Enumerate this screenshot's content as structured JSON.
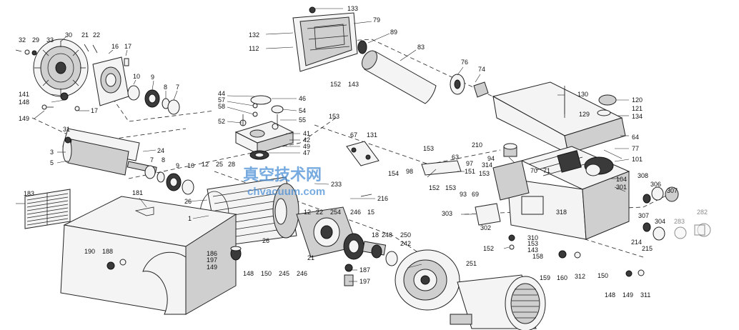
{
  "watermark": {
    "chinese_text": "真空技术网",
    "url_text": "chvacuum.com",
    "color": "#4a8fd6"
  },
  "callouts": {
    "c133": "133",
    "c79": "79",
    "c132": "132",
    "c112": "112",
    "c89": "89",
    "c83": "83",
    "c76": "76",
    "c74": "74",
    "c32": "32",
    "c29": "29",
    "c33": "33",
    "c30": "30",
    "c21": "21",
    "c22": "22",
    "c16": "16",
    "c17a": "17",
    "c10a": "10",
    "c9a": "9",
    "c8a": "8",
    "c7a": "7",
    "c141": "141",
    "c148a": "148",
    "c149a": "149",
    "c17b": "17",
    "c31": "31",
    "c3": "3",
    "c5": "5",
    "c24": "24",
    "c7b": "7",
    "c8b": "8",
    "c9b": "9",
    "c10b": "10",
    "c44": "44",
    "c57": "57",
    "c58": "58",
    "c46": "46",
    "c54": "54",
    "c52": "52",
    "c55": "55",
    "c41": "41",
    "c42": "42",
    "c49": "49",
    "c47": "47",
    "c152a": "152",
    "c143a": "143",
    "c153a": "153",
    "c67": "67",
    "c131": "131",
    "c130": "130",
    "c120": "120",
    "c121": "121",
    "c129": "129",
    "c134": "134",
    "c64": "64",
    "c77": "77",
    "c101": "101",
    "c210": "210",
    "c153b": "153",
    "c63": "63",
    "c97": "97",
    "c151": "151",
    "c94": "94",
    "c314": "314",
    "c70": "70",
    "c71": "71",
    "c104": "104",
    "c308": "308",
    "c306": "306",
    "c301": "301",
    "c307a": "307",
    "c154": "154",
    "c98": "98",
    "c152b": "152",
    "c153c": "153",
    "c153d": "153",
    "c93": "93",
    "c69": "69",
    "c183": "183",
    "c181": "181",
    "c12a": "12",
    "c25": "25",
    "c28": "28",
    "c26a": "26",
    "c233": "233",
    "c216": "216",
    "c1": "1",
    "c12b": "12",
    "c22b": "22",
    "c254": "254",
    "c246a": "246",
    "c15": "15",
    "c303": "303",
    "c302": "302",
    "c318": "318",
    "c307b": "307",
    "c304": "304",
    "c283": "283",
    "c282": "282",
    "c214": "214",
    "c215": "215",
    "c18": "18",
    "c248": "248",
    "c250": "250",
    "c242": "242",
    "c310": "310",
    "c153e": "153",
    "c152c": "152",
    "c143b": "143",
    "c158": "158",
    "c26b": "26",
    "c186": "186",
    "c197a": "197",
    "c149b": "149",
    "c21b": "21",
    "c190": "190",
    "c188": "188",
    "c148b": "148",
    "c150a": "150",
    "c245": "245",
    "c246b": "246",
    "c187": "187",
    "c197b": "197",
    "c251": "251",
    "c159": "159",
    "c160": "160",
    "c312": "312",
    "c150b": "150",
    "c148c": "148",
    "c149c": "149",
    "c311": "311"
  }
}
